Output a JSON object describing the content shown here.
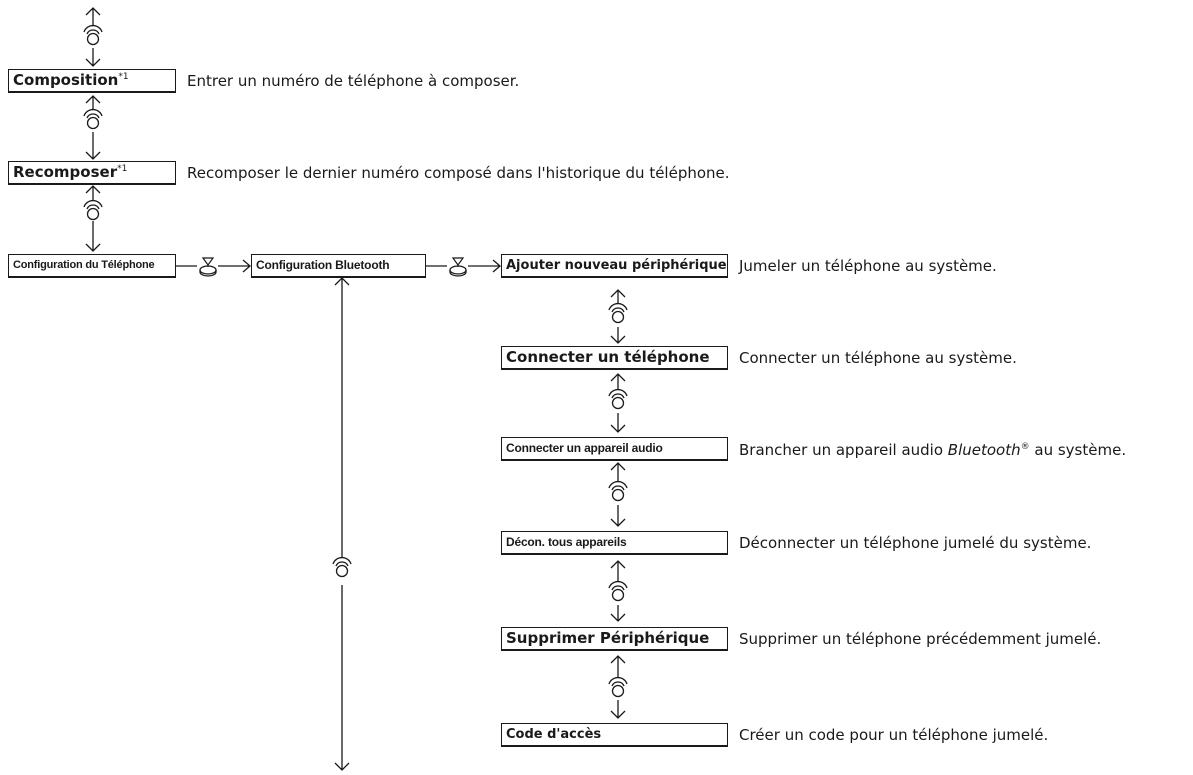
{
  "top": {
    "composition": {
      "label": "Composition",
      "note": "*1",
      "desc": "Entrer un numéro de téléphone à composer."
    },
    "recomposer": {
      "label": "Recomposer",
      "note": "*1",
      "desc": "Recomposer le dernier numéro composé dans l'historique du téléphone."
    },
    "configuration_telephone": {
      "label": "Configuration du Téléphone"
    }
  },
  "bluetooth": {
    "label": "Configuration Bluetooth"
  },
  "submenu": [
    {
      "label": "Ajouter nouveau périphérique",
      "desc": "Jumeler un téléphone au système."
    },
    {
      "label": "Connecter un téléphone",
      "desc": "Connecter un téléphone au système."
    },
    {
      "label": "Connecter un appareil audio",
      "desc_pre": "Brancher un appareil audio ",
      "desc_brand": "Bluetooth",
      "desc_reg": "®",
      "desc_post": " au système."
    },
    {
      "label": "Décon. tous appareils",
      "desc": "Déconnecter un téléphone jumelé du système."
    },
    {
      "label": "Supprimer Périphérique",
      "desc": "Supprimer un téléphone précédemment jumelé."
    },
    {
      "label": "Code d'accès",
      "desc": "Créer un code pour un téléphone jumelé."
    }
  ],
  "icons": {
    "rotate": "rotate-knob-icon",
    "press": "press-knob-icon"
  }
}
